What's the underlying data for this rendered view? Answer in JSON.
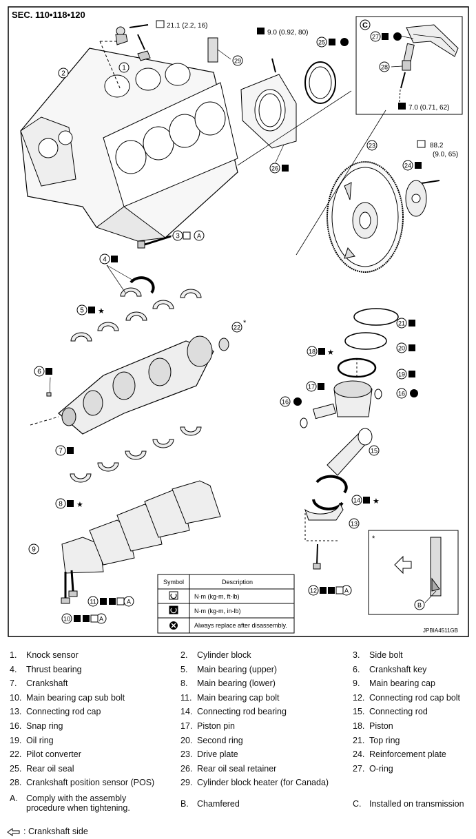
{
  "section": "SEC. 110•118•120",
  "figure_id": "JPBIA4511GB",
  "inset_letter": "C",
  "torques": {
    "knock_sensor": "21.1 (2.2, 16)",
    "rear_seal_retainer": "9.0 (0.92, 80)",
    "pos_sensor": "7.0 (0.71, 62)",
    "drive_plate_line1": "88.2",
    "drive_plate_line2": "(9.0, 65)"
  },
  "callouts": [
    "1",
    "2",
    "3",
    "4",
    "5",
    "6",
    "7",
    "8",
    "9",
    "10",
    "11",
    "12",
    "13",
    "14",
    "15",
    "16",
    "16",
    "17",
    "18",
    "19",
    "20",
    "21",
    "22",
    "23",
    "24",
    "25",
    "26",
    "27",
    "28",
    "29"
  ],
  "callout_letters": [
    "A",
    "A",
    "A",
    "A",
    "B",
    "C"
  ],
  "star": "★",
  "asterisk": "*",
  "symbol_table": {
    "header_symbol": "Symbol",
    "header_desc": "Description",
    "rows": [
      {
        "icon": "torque-wrench-icon",
        "desc": "N·m (kg-m, ft-lb)"
      },
      {
        "icon": "torque-wrench-filled-icon",
        "desc": "N·m (kg-m, in-lb)"
      },
      {
        "icon": "replace-x-icon",
        "desc": "Always replace after disassembly."
      }
    ]
  },
  "legend": [
    {
      "n": "1.",
      "t": "Knock sensor"
    },
    {
      "n": "2.",
      "t": "Cylinder block"
    },
    {
      "n": "3.",
      "t": "Side bolt"
    },
    {
      "n": "4.",
      "t": "Thrust bearing"
    },
    {
      "n": "5.",
      "t": "Main bearing (upper)"
    },
    {
      "n": "6.",
      "t": "Crankshaft key"
    },
    {
      "n": "7.",
      "t": "Crankshaft"
    },
    {
      "n": "8.",
      "t": "Main bearing (lower)"
    },
    {
      "n": "9.",
      "t": "Main bearing cap"
    },
    {
      "n": "10.",
      "t": "Main bearing cap sub bolt"
    },
    {
      "n": "11.",
      "t": "Main bearing cap bolt"
    },
    {
      "n": "12.",
      "t": "Connecting rod cap bolt"
    },
    {
      "n": "13.",
      "t": "Connecting rod cap"
    },
    {
      "n": "14.",
      "t": "Connecting rod bearing"
    },
    {
      "n": "15.",
      "t": "Connecting rod"
    },
    {
      "n": "16.",
      "t": "Snap ring"
    },
    {
      "n": "17.",
      "t": "Piston pin"
    },
    {
      "n": "18.",
      "t": "Piston"
    },
    {
      "n": "19.",
      "t": "Oil ring"
    },
    {
      "n": "20.",
      "t": "Second ring"
    },
    {
      "n": "21.",
      "t": "Top ring"
    },
    {
      "n": "22.",
      "t": "Pilot converter"
    },
    {
      "n": "23.",
      "t": "Drive plate"
    },
    {
      "n": "24.",
      "t": "Reinforcement plate"
    },
    {
      "n": "25.",
      "t": "Rear oil seal"
    },
    {
      "n": "26.",
      "t": "Rear oil seal retainer"
    },
    {
      "n": "27.",
      "t": "O-ring"
    },
    {
      "n": "28.",
      "t": "Crankshaft position sensor (POS)"
    },
    {
      "n": "29.",
      "t": "Cylinder block heater (for Canada)"
    }
  ],
  "notes": [
    {
      "n": "A.",
      "t1": "Comply with the assembly",
      "t2": "procedure when tightening."
    },
    {
      "n": "B.",
      "t1": "Chamfered"
    },
    {
      "n": "C.",
      "t1": "Installed on transmission"
    }
  ],
  "arrow_note": ": Crankshaft side"
}
